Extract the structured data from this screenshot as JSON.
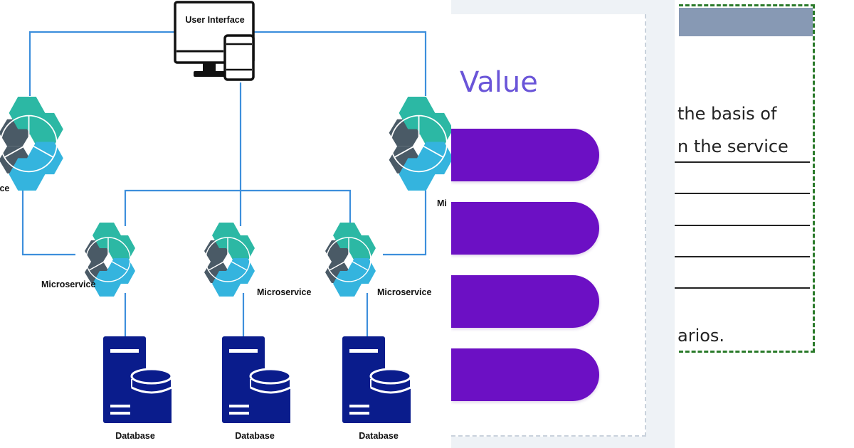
{
  "diagram": {
    "user_interface_label": "User Interface",
    "left_service_label": "ice",
    "right_service_label": "Mi",
    "microservices": [
      {
        "label": "Microservice"
      },
      {
        "label": "Microservice"
      },
      {
        "label": "Microservice"
      }
    ],
    "databases": [
      {
        "label": "Database"
      },
      {
        "label": "Database"
      },
      {
        "label": "Database"
      }
    ],
    "colors": {
      "connector": "#3d8fdc",
      "hex_dark": "#4a5a66",
      "hex_teal": "#2cb8a4",
      "hex_blue": "#34b4de",
      "database": "#0a1c8c"
    }
  },
  "middle_panel": {
    "title": "Value",
    "pill_count": 4,
    "colors": {
      "title": "#6a55d8",
      "pill": "#6c10c4"
    }
  },
  "right_panel": {
    "text_lines": [
      "the basis of",
      "n the service",
      "arios."
    ],
    "colors": {
      "header": "#8799b4",
      "dashed_border": "#2a7a2a"
    }
  }
}
